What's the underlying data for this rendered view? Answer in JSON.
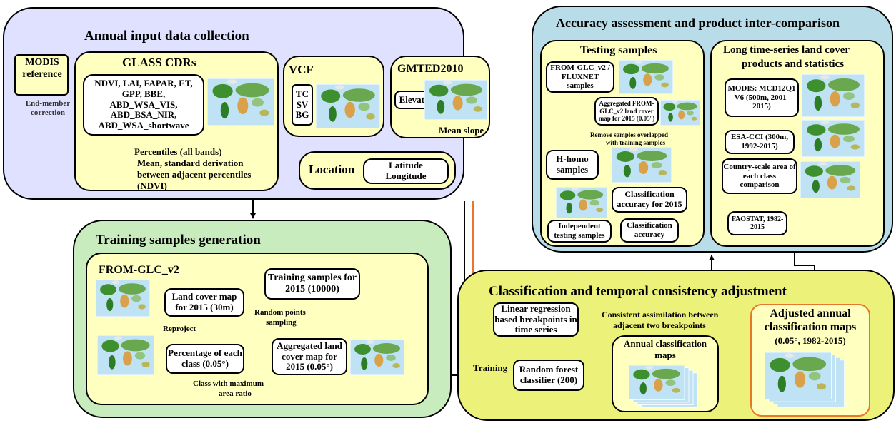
{
  "panels": {
    "annual": {
      "title": "Annual input data collection",
      "modis_ref": "MODIS reference",
      "end_member": "End-member correction",
      "glass": {
        "title": "GLASS CDRs",
        "items": [
          "NDVI, LAI, FAPAR, ET,",
          "GPP, BBE,",
          "ABD_WSA_VIS,",
          "ABD_BSA_NIR,",
          "ABD_WSA_shortwave"
        ],
        "out1": "Percentiles (all bands)",
        "out2": "Mean, standard derivation",
        "out3": "between adjacent percentiles",
        "out4": "(NDVI)"
      },
      "vcf": {
        "title": "VCF",
        "items": [
          "TC",
          "SV",
          "BG"
        ]
      },
      "gmted": {
        "title": "GMTED2010",
        "elevation": "Elevation",
        "slope": "Mean slope"
      },
      "location": {
        "title": "Location",
        "lat": "Latitude",
        "lon": "Longitude"
      }
    },
    "training": {
      "title": "Training samples generation",
      "from": "FROM-GLC_v2",
      "landcover": "Land cover map for 2015 (30m)",
      "reproject": "Reproject",
      "percentage": "Percentage of each class (0.05°)",
      "classmax1": "Class with maximum",
      "classmax2": "area ratio",
      "aggregated": "Aggregated land cover map for 2015 (0.05°)",
      "random1": "Random points",
      "random2": "sampling",
      "samples": "Training samples for 2015 (10000)"
    },
    "accuracy": {
      "title": "Accuracy assessment and product inter-comparison",
      "testing": {
        "title": "Testing samples",
        "fromflux": "FROM-GLC_v2 / FLUXNET samples",
        "aggregated": "Aggregated FROM-GLC_v2 land cover map for 2015 (0.05°)",
        "remove1": "Remove samples overlapped",
        "remove2": "with training samples",
        "hhomo": "H-homo samples",
        "classacc2015": "Classification accuracy for 2015",
        "independent": "Independent testing samples",
        "classacc": "Classification accuracy"
      },
      "longts": {
        "title1": "Long time-series land cover",
        "title2": "products and statistics",
        "modis": "MODIS: MCD12Q1 V6 (500m, 2001-2015)",
        "esa": "ESA-CCI (300m, 1992-2015)",
        "country": "Country-scale area of each class comparison",
        "fao": "FAOSTAT, 1982-2015"
      }
    },
    "classification": {
      "title": "Classification and temporal consistency adjustment",
      "linear": "Linear regression based breakpoints in time series",
      "consistent1": "Consistent assimilation between",
      "consistent2": "adjacent two breakpoints",
      "training": "Training",
      "rf": "Random forest classifier (200)",
      "annualmaps": "Annual classification maps",
      "adjusted": "Adjusted annual classification maps",
      "adjusted_sub": "(0.05°, 1982-2015)"
    }
  },
  "colors": {
    "annual_bg": "#e0e0ff",
    "training_bg": "#c9ecbf",
    "accuracy_bg": "#b8dde8",
    "classification_bg": "#ecf17a",
    "inner_bg": "#ffffc0",
    "orange": "#e8762b"
  }
}
